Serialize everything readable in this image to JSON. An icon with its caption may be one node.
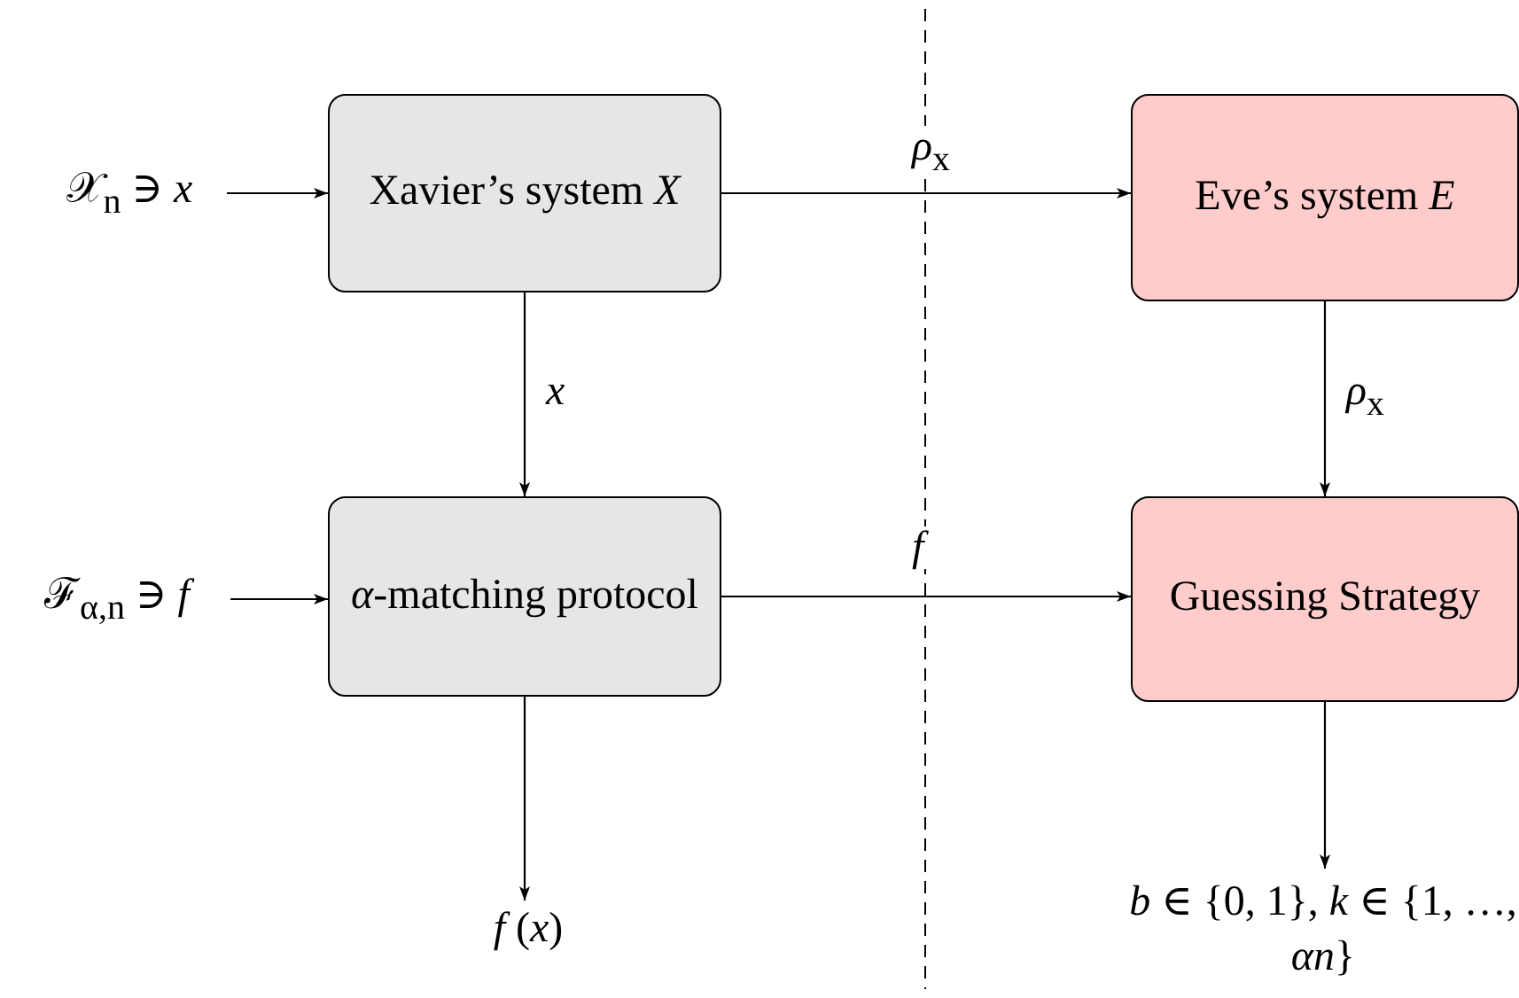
{
  "diagram": {
    "nodes": [
      {
        "text": [
          "𝒳$_{n}$ ∋ *x*"
        ]
      },
      {
        "text": [
          "Xavier’s system *X*"
        ]
      },
      {
        "text": [
          "Eve’s system *E*"
        ]
      },
      {
        "text": [
          "ℱ$_{α,n}$ ∋ *f*"
        ]
      },
      {
        "text": [
          "*α*-matching protocol"
        ]
      },
      {
        "text": [
          "Guessing Strategy"
        ]
      },
      {
        "text": [
          "*f* (*x*)"
        ]
      },
      {
        "text": [
          "*b* ∈ {0, 1}, *k* ∈ {1, …, *αn*}"
        ]
      }
    ],
    "edges": [
      {
        "from": 0,
        "to": 1,
        "arrow": "to"
      },
      {
        "from": 1,
        "to": 2,
        "arrow": "to",
        "label": "*ρ*$_{x}$"
      },
      {
        "from": 1,
        "to": 4,
        "arrow": "to",
        "label": "*x*"
      },
      {
        "from": 3,
        "to": 4,
        "arrow": "to"
      },
      {
        "from": 4,
        "to": 5,
        "arrow": "to",
        "label": "*f*"
      },
      {
        "from": 2,
        "to": 5,
        "arrow": "to",
        "label": "*ρ*$_{x}$"
      },
      {
        "from": 4,
        "to": 6,
        "arrow": "to"
      },
      {
        "from": 5,
        "to": 7,
        "arrow": "to"
      }
    ]
  }
}
